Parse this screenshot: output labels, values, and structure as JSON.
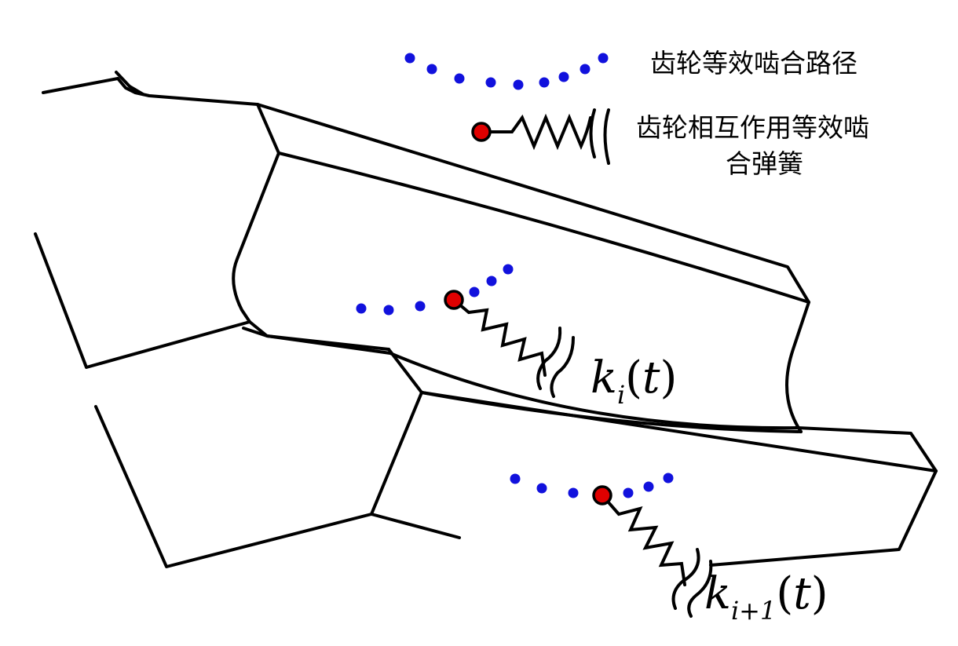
{
  "legend": {
    "mesh_path_label": "齿轮等效啮合路径",
    "mesh_spring_label_line1": "齿轮相互作用等效啮",
    "mesh_spring_label_line2": "合弹簧",
    "path_dot_color": "#1111dd",
    "contact_point_color": "#e00000"
  },
  "springs": [
    {
      "id": "upper",
      "symbol": "k",
      "subscript": "i",
      "argument": "t"
    },
    {
      "id": "lower",
      "symbol": "k",
      "subscript": "i+1",
      "argument": "t"
    }
  ]
}
